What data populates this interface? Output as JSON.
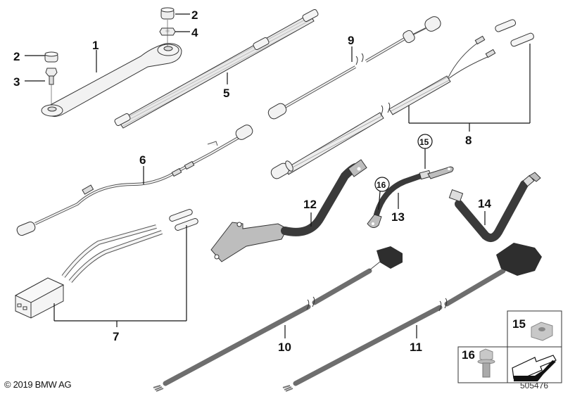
{
  "diagram": {
    "type": "exploded parts diagram",
    "copyright": "© 2019 BMW AG",
    "diagram_number": "505476",
    "callouts": [
      {
        "number": "1",
        "part": "ground strap"
      },
      {
        "number": "2",
        "part": "cap"
      },
      {
        "number": "3",
        "part": "bolt"
      },
      {
        "number": "4",
        "part": "nut"
      },
      {
        "number": "5",
        "part": "flat ribbon cable"
      },
      {
        "number": "6",
        "part": "cable with connector"
      },
      {
        "number": "7",
        "part": "cable with 2-pin connector and sleeves"
      },
      {
        "number": "8",
        "part": "sheathed cable with terminals and sleeves"
      },
      {
        "number": "9",
        "part": "sensor cable"
      },
      {
        "number": "10",
        "part": "cable with small connector"
      },
      {
        "number": "11",
        "part": "cable with large connector"
      },
      {
        "number": "12",
        "part": "battery cable with bracket"
      },
      {
        "number": "13",
        "part": "ground cable"
      },
      {
        "number": "14",
        "part": "battery cable"
      },
      {
        "number": "15",
        "part": "hex flange nut",
        "circled": true
      },
      {
        "number": "16",
        "part": "hex flange bolt",
        "circled": true
      }
    ],
    "inset_boxes": [
      {
        "label": "15",
        "part": "hex flange nut"
      },
      {
        "label": "16",
        "part": "hex flange bolt"
      },
      {
        "label": "",
        "part": "arrow symbol"
      }
    ]
  }
}
